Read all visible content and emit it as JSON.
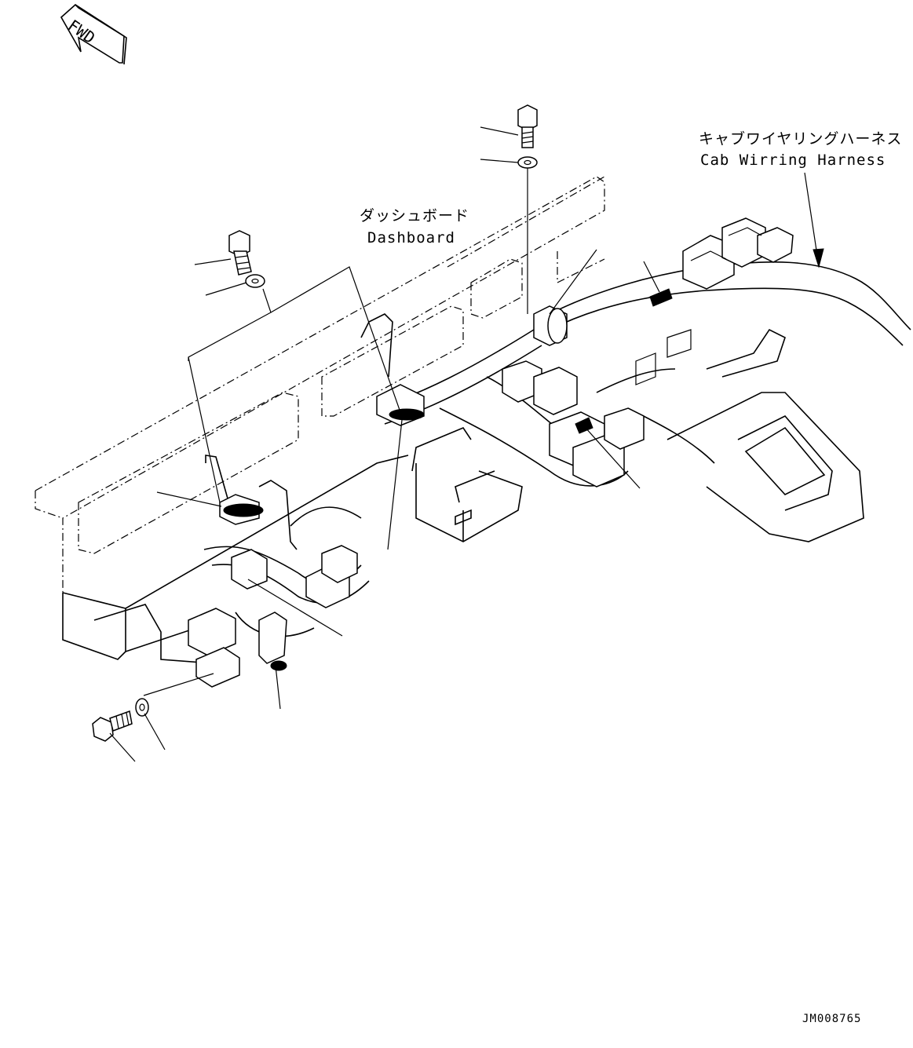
{
  "fwd_indicator": {
    "label": "FWD"
  },
  "labels": {
    "dashboard_jp": "ダッシュボード",
    "dashboard_en": "Dashboard",
    "harness_jp": "キャブワイヤリングハーネス",
    "harness_en": "Cab Wirring Harness"
  },
  "drawing_code": "JM008765"
}
